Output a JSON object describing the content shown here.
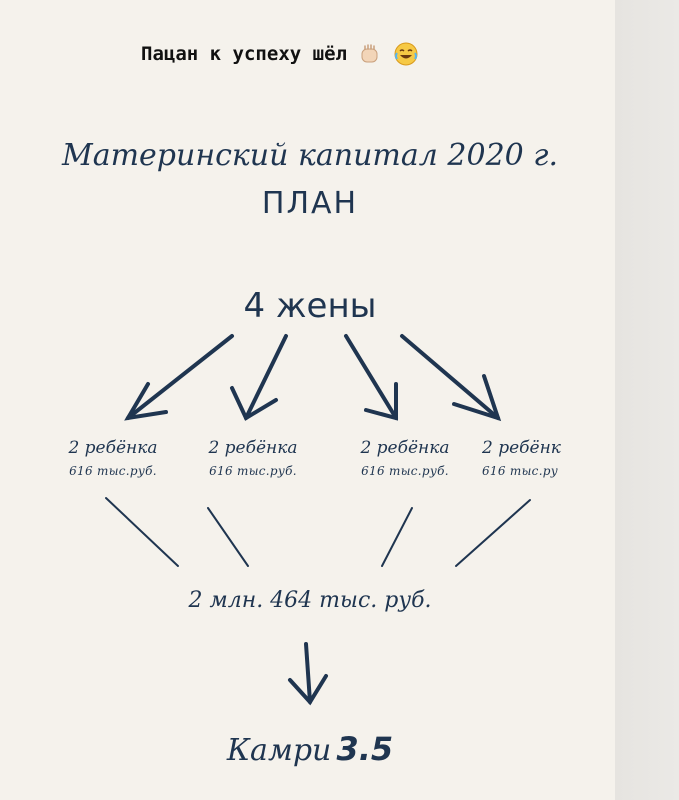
{
  "caption": {
    "text": "Пацан к успеху шёл",
    "emoji_icons": [
      "fist-emoji",
      "laughing-tears-emoji"
    ]
  },
  "diagram": {
    "title": "Материнский капитал 2020 г.",
    "subtitle": "ПЛАН",
    "top_node": "4 жены",
    "children": [
      {
        "label": "2 ребёнка",
        "amount": "616 тыс.руб."
      },
      {
        "label": "2 ребёнка",
        "amount": "616 тыс.руб."
      },
      {
        "label": "2 ребёнка",
        "amount": "616 тыс.руб."
      },
      {
        "label": "2 ребёнк",
        "amount": "616 тыс.ру"
      }
    ],
    "total": "2 млн. 464 тыс. руб.",
    "result_car": "Камри",
    "result_volume": "3.5",
    "ink_color": "#1f3550"
  }
}
